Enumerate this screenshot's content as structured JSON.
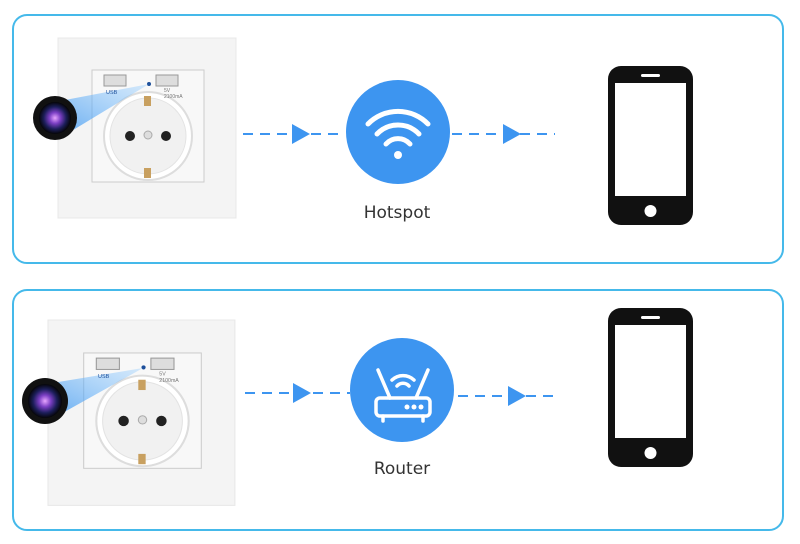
{
  "colors": {
    "accent": "#3d95f0",
    "panel_border": "#45b9ea",
    "phone": "#111111"
  },
  "socket": {
    "usb_label": "USB",
    "volt_label": "5V",
    "amp_label": "2100mA"
  },
  "rows": [
    {
      "method_label": "Hotspot",
      "method_icon": "wifi-icon"
    },
    {
      "method_label": "Router",
      "method_icon": "router-icon"
    }
  ]
}
